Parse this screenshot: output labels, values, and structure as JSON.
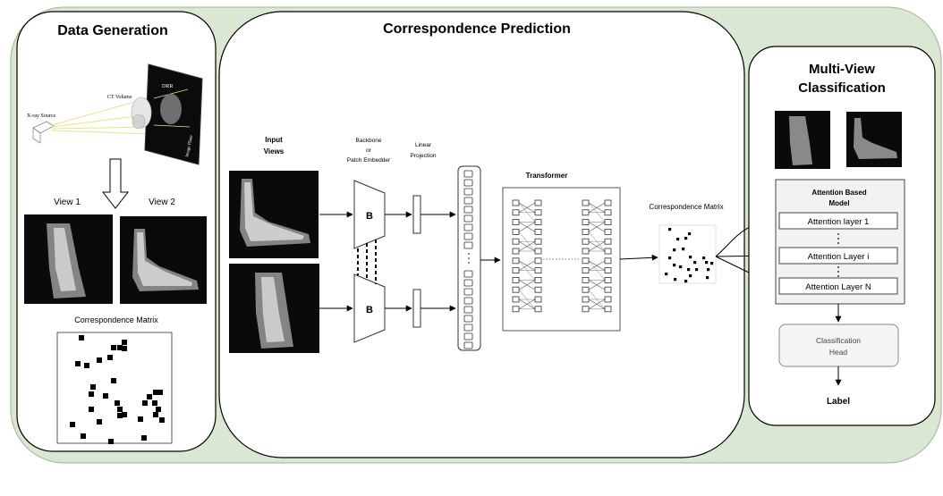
{
  "panels": {
    "data_generation": {
      "title": "Data Generation"
    },
    "correspondence_prediction": {
      "title": "Correspondence Prediction"
    },
    "multi_view_classification": {
      "title_line1": "Multi-View",
      "title_line2": "Classification"
    }
  },
  "data_generation": {
    "xray_source": "X-ray Source",
    "ct_volume": "CT Volume",
    "drr": "DRR",
    "image_plane": "Image Plane",
    "view1": "View 1",
    "view2": "View 2",
    "matrix_label": "Correspondence Matrix"
  },
  "correspondence_prediction": {
    "input_views_line1": "Input",
    "input_views_line2": "Views",
    "backbone_line1": "Backbone",
    "backbone_line2": "or",
    "backbone_line3": "Patch Embedder",
    "linear_line1": "Linear",
    "linear_line2": "Projection",
    "block_label": "B",
    "transformer": "Transformer",
    "matrix_label": "Correspondence Matrix"
  },
  "classification": {
    "model_line1": "Attention Based",
    "model_line2": "Model",
    "layers": [
      "Attention layer 1",
      "Attention Layer i",
      "Attention Layer N"
    ],
    "head_line1": "Classification",
    "head_line2": "Head",
    "label": "Label"
  },
  "colors": {
    "background_panel": "#dae8d3",
    "panel_border": "#000000",
    "xray_dark": "#0a0a0a",
    "head_fill": "#f5f5f5"
  }
}
